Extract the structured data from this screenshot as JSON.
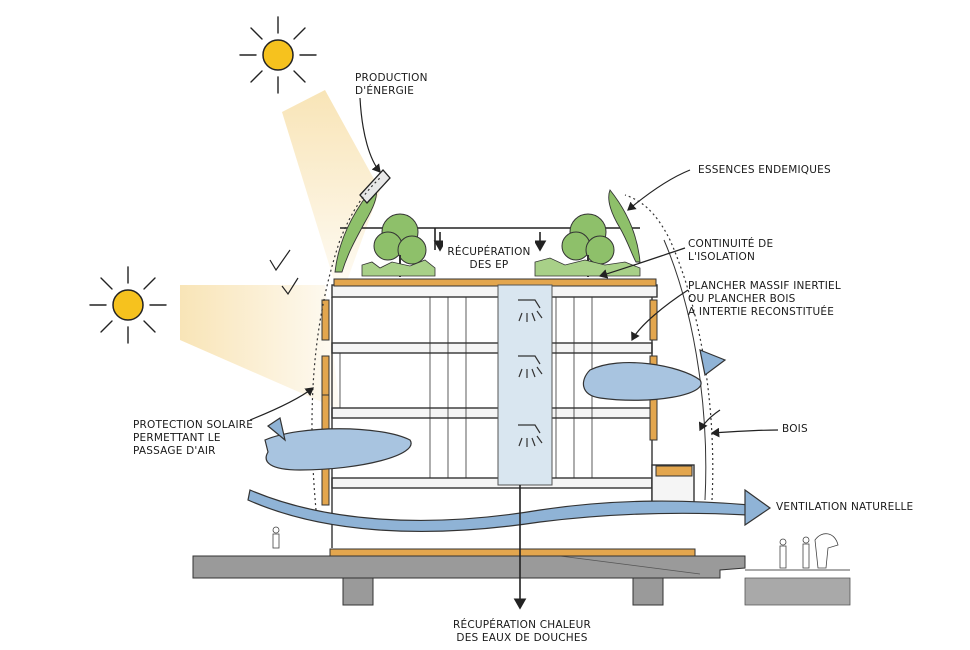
{
  "labels": {
    "production": "PRODUCTION\nD'ÉNERGIE",
    "essences": "ESSENCES ENDEMIQUES",
    "recup_ep": "RÉCUPÉRATION\nDES EP",
    "continuite": "CONTINUITÉ DE\nL'ISOLATION",
    "plancher": "PLANCHER MASSIF INERTIEL\nOU PLANCHER BOIS\nA INTERTIE RECONSTITUÉE",
    "protection": "PROTECTION SOLAIRE\nPERMETTANT LE\nPASSAGE D'AIR",
    "bois": "BOIS",
    "ventilation": "VENTILATION NATURELLE",
    "recup_chaleur": "RÉCUPÉRATION CHALEUR\nDES EAUX DE DOUCHES"
  },
  "colors": {
    "sun": "#f6c21e",
    "sun_ray": "#f8e3b3",
    "wood": "#e3a64e",
    "air": "#8fb3d6",
    "shower": "#d9e6f0",
    "ground": "#9a9a9a",
    "plant": "#8ec06a"
  },
  "icons": [
    "sun-icon",
    "shower-icon",
    "tree-icon",
    "arrow-icon"
  ]
}
